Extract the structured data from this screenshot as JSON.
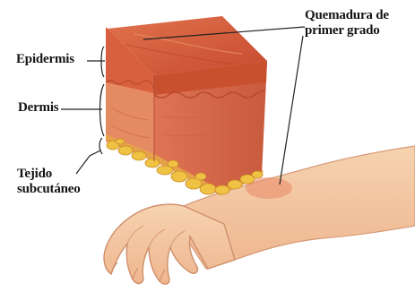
{
  "labels": {
    "epidermis": "Epidermis",
    "dermis": "Dermis",
    "tejido_subcutaneo": [
      "Tejido",
      "subcutáneo"
    ],
    "quemadura_primer_grado": [
      "Quemadura de",
      "primer grado"
    ]
  },
  "colors": {
    "skin_light": "#f4c9a1",
    "skin_shadow": "#e39c74",
    "epidermis": "#d9603f",
    "dermis": "#e48b63",
    "dermis_side": "#d8694a",
    "fat": "#f0c243",
    "leader_line": "#222222",
    "label_text": "#141414"
  }
}
